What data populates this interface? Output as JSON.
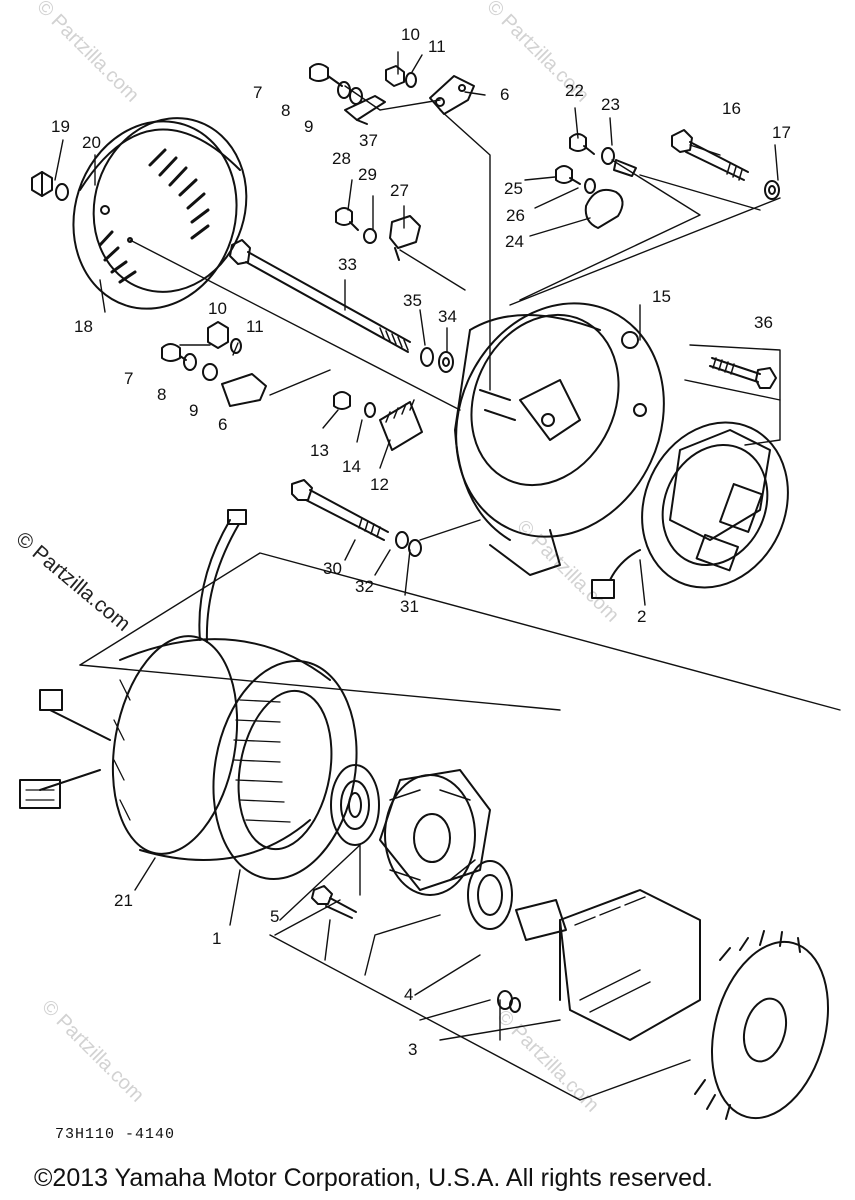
{
  "watermark": {
    "text": "© Partzilla.com"
  },
  "drawing_code": "73H110 -4140",
  "copyright": "©2013 Yamaha Motor Corporation, U.S.A. All rights reserved.",
  "callouts": [
    "10",
    "11",
    "7",
    "8",
    "9",
    "37",
    "6",
    "22",
    "23",
    "16",
    "17",
    "19",
    "20",
    "28",
    "29",
    "27",
    "25",
    "26",
    "24",
    "18",
    "33",
    "35",
    "34",
    "15",
    "36",
    "10",
    "11",
    "7",
    "8",
    "9",
    "6",
    "13",
    "14",
    "12",
    "30",
    "32",
    "31",
    "2",
    "21",
    "1",
    "5",
    "4",
    "3"
  ]
}
